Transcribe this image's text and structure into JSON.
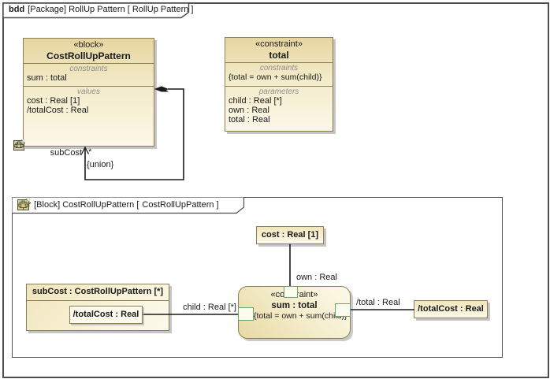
{
  "frame": {
    "tab_kind": "bdd",
    "tab_text": "[Package] RollUp Pattern [ RollUp Pattern ]"
  },
  "block": {
    "stereotype": "«block»",
    "name": "CostRollUpPattern",
    "constraints_label": "constraints",
    "constraints": [
      "sum : total"
    ],
    "values_label": "values",
    "values": [
      "cost : Real [1]",
      "/totalCost : Real"
    ]
  },
  "constraint_block": {
    "stereotype": "«constraint»",
    "name": "total",
    "constraints_label": "constraints",
    "constraint_expr": "{total = own + sum(child)}",
    "parameters_label": "parameters",
    "parameters": [
      "child : Real [*]",
      "own : Real",
      "total : Real"
    ]
  },
  "association": {
    "end_name": "subCost",
    "multiplicity": "*",
    "constraint": "{union}"
  },
  "par": {
    "tab_kind": "par",
    "tab_text_before_icon": "[Block] CostRollUpPattern [",
    "tab_text_after_icon": "CostRollUpPattern ]",
    "cost_property": "cost : Real [1]",
    "own_param_label": "own : Real",
    "subcost_part_title": "subCost : CostRollUpPattern [*]",
    "subcost_nested_value": "/totalCost : Real",
    "child_param_label": "child : Real [*]",
    "constraint_property": {
      "stereotype": "«constraint»",
      "name": "sum : total",
      "expression": "{total = own + sum(child)}"
    },
    "total_param_label": "/total : Real",
    "totalcost_property": "/totalCost : Real"
  },
  "colors": {
    "shape_border": "#8b7d55",
    "frame_border": "#4d4d4d",
    "shape_fill_top": "#e6d5a0",
    "shape_fill_bottom": "#fcf8e8",
    "port_border": "#6fa06f",
    "section_label": "#8f8f8f"
  }
}
